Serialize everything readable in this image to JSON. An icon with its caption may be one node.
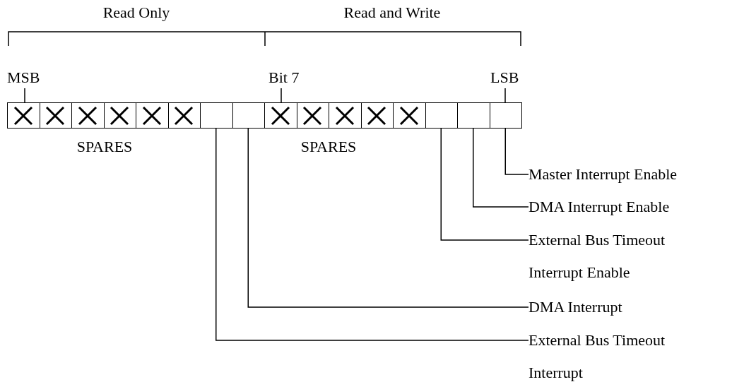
{
  "diagram": {
    "nodes": [
      {
        "text": [
          "MSB"
        ]
      },
      {
        "text": [
          "Bit 7"
        ]
      },
      {
        "text": [
          "LSB"
        ]
      },
      {
        "text": [],
        "shape": "box"
      },
      {
        "text": [],
        "shape": "box"
      },
      {
        "text": [],
        "shape": "box"
      },
      {
        "text": [],
        "shape": "box"
      },
      {
        "text": [],
        "shape": "box"
      },
      {
        "text": [],
        "shape": "box"
      },
      {
        "text": [],
        "shape": "box"
      },
      {
        "text": [],
        "shape": "box"
      },
      {
        "text": [],
        "shape": "box"
      },
      {
        "text": [],
        "shape": "box"
      },
      {
        "text": [],
        "shape": "box"
      },
      {
        "text": [],
        "shape": "box"
      },
      {
        "text": [],
        "shape": "box"
      },
      {
        "text": [],
        "shape": "box"
      },
      {
        "text": [],
        "shape": "box"
      },
      {
        "text": [],
        "shape": "box"
      },
      {
        "text": [
          "Master Interrupt Enable"
        ]
      },
      {
        "text": [
          "DMA Interrupt Enable"
        ]
      },
      {
        "text": [
          "External Bus Timeout Interrupt Enable"
        ]
      },
      {
        "text": [
          "DMA Interrupt"
        ]
      },
      {
        "text": [
          "External Bus Timeout Interrupt"
        ]
      }
    ],
    "edges": [
      {
        "from": 0,
        "to": 3,
        "arrow": "none"
      },
      {
        "from": 1,
        "to": 11,
        "arrow": "none"
      },
      {
        "from": 2,
        "to": 18,
        "arrow": "none"
      },
      {
        "from": 19,
        "to": 18,
        "arrow": "none"
      },
      {
        "from": 20,
        "to": 17,
        "arrow": "none"
      },
      {
        "from": 21,
        "to": 16,
        "arrow": "none"
      },
      {
        "from": 22,
        "to": 10,
        "arrow": "none"
      },
      {
        "from": 23,
        "to": 9,
        "arrow": "none"
      }
    ],
    "labels": [
      "Read Only",
      "Read and Write",
      "SPARES",
      "SPARES"
    ]
  }
}
